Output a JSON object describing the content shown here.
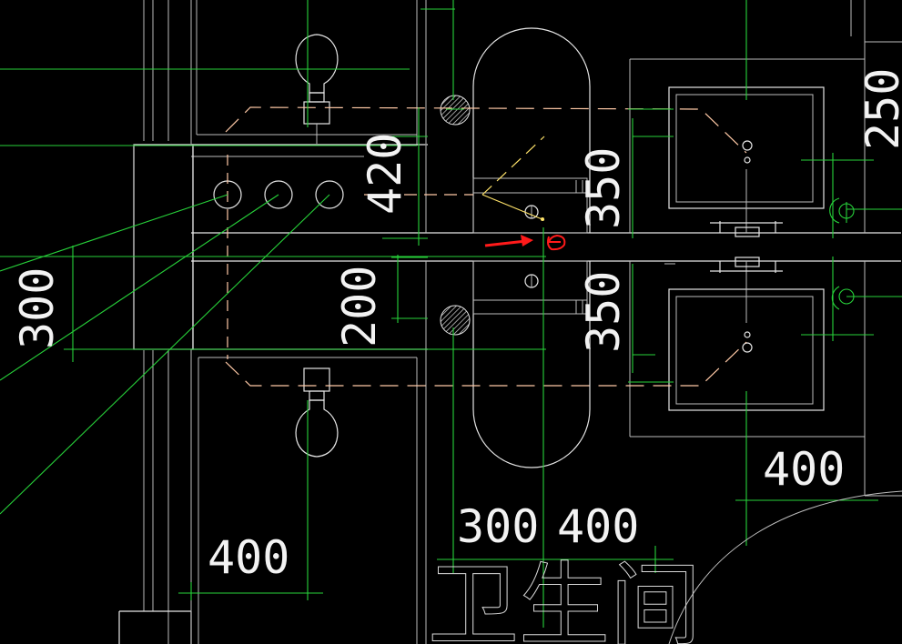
{
  "drawing": {
    "background": "#000000",
    "line_color": "#e6e6e6",
    "dimension_color": "#27d23a",
    "pipe_color": "#ffc9a6",
    "markup_color": "#ff1a1a"
  },
  "dimensions": {
    "d250": "250",
    "d420": "420",
    "d350_top": "350",
    "d350_bottom": "350",
    "d300_left": "300",
    "d200": "200",
    "d300_bottom": "300",
    "d400_mid": "400",
    "d400_left": "400",
    "d400_right": "400"
  },
  "room_label": "卫生间",
  "annotations": {
    "markup": "e",
    "arrow": "red-arrow"
  }
}
